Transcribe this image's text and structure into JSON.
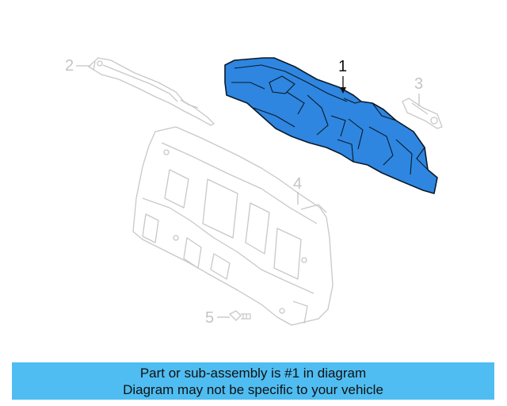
{
  "callouts": [
    {
      "id": "1",
      "label": "1"
    },
    {
      "id": "2",
      "label": "2"
    },
    {
      "id": "3",
      "label": "3"
    },
    {
      "id": "4",
      "label": "4"
    },
    {
      "id": "5",
      "label": "5"
    }
  ],
  "banner": {
    "line1": "Part or sub-assembly is #1 in diagram",
    "line2": "Diagram may not be specific to your vehicle"
  },
  "colors": {
    "highlight_fill": "#2e86e0",
    "highlight_stroke": "#0a1a2a",
    "ghost_stroke": "#c8c8c8",
    "banner": "#4fbdf1"
  }
}
